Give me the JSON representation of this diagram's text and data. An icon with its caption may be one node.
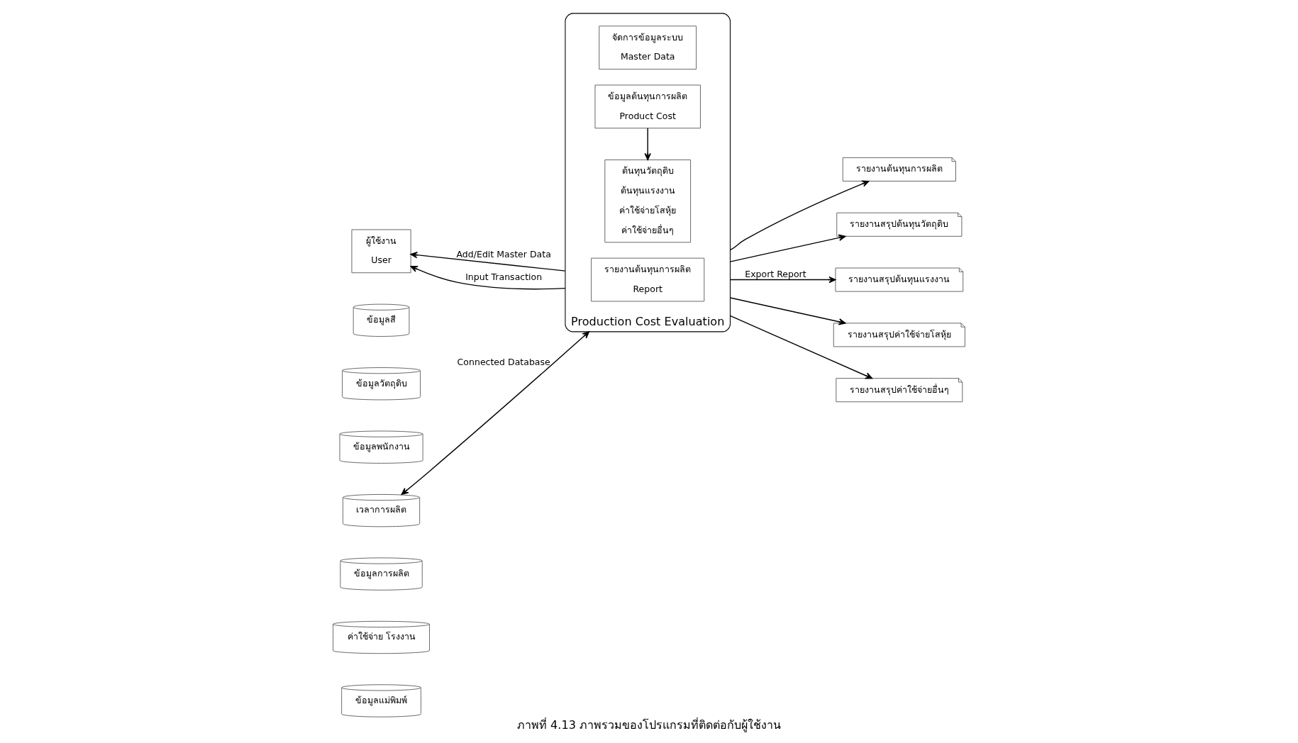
{
  "diagram": {
    "caption": "ภาพที่ 4.13 ภาพรวมของโปรแกรมที่ติดต่อกับผู้ใช้งาน",
    "nodes": [
      {
        "text": [
          "Production Cost Evaluation"
        ]
      },
      {
        "text": [
          "จัดการข้อมูลระบบ",
          "Master Data"
        ],
        "in": 0
      },
      {
        "text": [
          "ข้อมูลต้นทุนการผลิต",
          "Product Cost"
        ],
        "in": 0
      },
      {
        "text": [
          "ต้นทุนวัตถุดิบ",
          "ต้นทุนแรงงาน",
          "ค่าใช้จ่ายโสหุ้ย",
          "ค่าใช้จ่ายอื่นๆ"
        ],
        "in": 0
      },
      {
        "text": [
          "รายงานต้นทุนการผลิต",
          "Report"
        ],
        "in": 0
      },
      {
        "text": [
          "ผู้ใช้งาน",
          "User"
        ]
      },
      {
        "text": [
          "ข้อมูลสี"
        ]
      },
      {
        "text": [
          "ข้อมูลวัตถุดิบ"
        ]
      },
      {
        "text": [
          "ข้อมูลพนักงาน"
        ]
      },
      {
        "text": [
          "เวลาการผลิต"
        ]
      },
      {
        "text": [
          "ข้อมูลการผลิต"
        ]
      },
      {
        "text": [
          "ค่าใช้จ่าย โรงงาน"
        ]
      },
      {
        "text": [
          "ข้อมูลแม่พิมพ์"
        ]
      },
      {
        "text": [
          "รายงานต้นทุนการผลิต"
        ]
      },
      {
        "text": [
          "รายงานสรุปต้นทุนวัตถุดิบ"
        ]
      },
      {
        "text": [
          "รายงานสรุปต้นทุนแรงงาน"
        ]
      },
      {
        "text": [
          "รายงานสรุปค่าใช้จ่ายโสหุ้ย"
        ]
      },
      {
        "text": [
          "รายงานสรุปค่าใช้จ่ายอื่นๆ"
        ]
      }
    ],
    "edges": [
      {
        "from": 0,
        "to": 5,
        "arrow": "to",
        "label": "Add/Edit Master Data"
      },
      {
        "from": 0,
        "to": 5,
        "arrow": "to",
        "label": "Input Transaction"
      },
      {
        "from": 0,
        "to": 9,
        "arrow": "both",
        "label": "Connected Database"
      },
      {
        "from": 2,
        "to": 3,
        "arrow": "to"
      },
      {
        "from": 0,
        "to": 13,
        "arrow": "to"
      },
      {
        "from": 0,
        "to": 14,
        "arrow": "to"
      },
      {
        "from": 0,
        "to": 15,
        "arrow": "to",
        "label": "Export Report"
      },
      {
        "from": 0,
        "to": 16,
        "arrow": "to"
      },
      {
        "from": 0,
        "to": 17,
        "arrow": "to"
      }
    ]
  }
}
